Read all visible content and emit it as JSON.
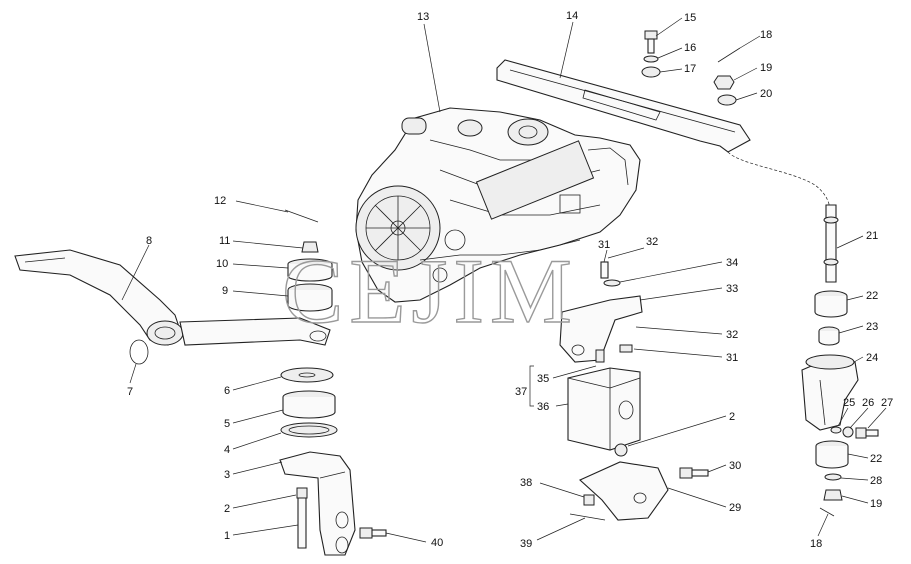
{
  "watermark": "CEJIM",
  "callouts": [
    {
      "id": "c13",
      "text": "13"
    },
    {
      "id": "c14",
      "text": "14"
    },
    {
      "id": "c15",
      "text": "15"
    },
    {
      "id": "c16",
      "text": "16"
    },
    {
      "id": "c17",
      "text": "17"
    },
    {
      "id": "c18a",
      "text": "18"
    },
    {
      "id": "c19a",
      "text": "19"
    },
    {
      "id": "c20",
      "text": "20"
    },
    {
      "id": "c12",
      "text": "12"
    },
    {
      "id": "c11",
      "text": "11"
    },
    {
      "id": "c10",
      "text": "10"
    },
    {
      "id": "c9",
      "text": "9"
    },
    {
      "id": "c8",
      "text": "8"
    },
    {
      "id": "c7",
      "text": "7"
    },
    {
      "id": "c6",
      "text": "6"
    },
    {
      "id": "c5",
      "text": "5"
    },
    {
      "id": "c4",
      "text": "4"
    },
    {
      "id": "c3",
      "text": "3"
    },
    {
      "id": "c2a",
      "text": "2"
    },
    {
      "id": "c1",
      "text": "1"
    },
    {
      "id": "c40",
      "text": "40"
    },
    {
      "id": "c31a",
      "text": "31"
    },
    {
      "id": "c32a",
      "text": "32"
    },
    {
      "id": "c34",
      "text": "34"
    },
    {
      "id": "c33",
      "text": "33"
    },
    {
      "id": "c32b",
      "text": "32"
    },
    {
      "id": "c31b",
      "text": "31"
    },
    {
      "id": "c35",
      "text": "35"
    },
    {
      "id": "c37",
      "text": "37"
    },
    {
      "id": "c36",
      "text": "36"
    },
    {
      "id": "c2b",
      "text": "2"
    },
    {
      "id": "c30",
      "text": "30"
    },
    {
      "id": "c38",
      "text": "38"
    },
    {
      "id": "c29",
      "text": "29"
    },
    {
      "id": "c39",
      "text": "39"
    },
    {
      "id": "c21",
      "text": "21"
    },
    {
      "id": "c22a",
      "text": "22"
    },
    {
      "id": "c23",
      "text": "23"
    },
    {
      "id": "c24",
      "text": "24"
    },
    {
      "id": "c25",
      "text": "25"
    },
    {
      "id": "c26",
      "text": "26"
    },
    {
      "id": "c27",
      "text": "27"
    },
    {
      "id": "c22b",
      "text": "22"
    },
    {
      "id": "c28",
      "text": "28"
    },
    {
      "id": "c19b",
      "text": "19"
    },
    {
      "id": "c18b",
      "text": "18"
    }
  ]
}
